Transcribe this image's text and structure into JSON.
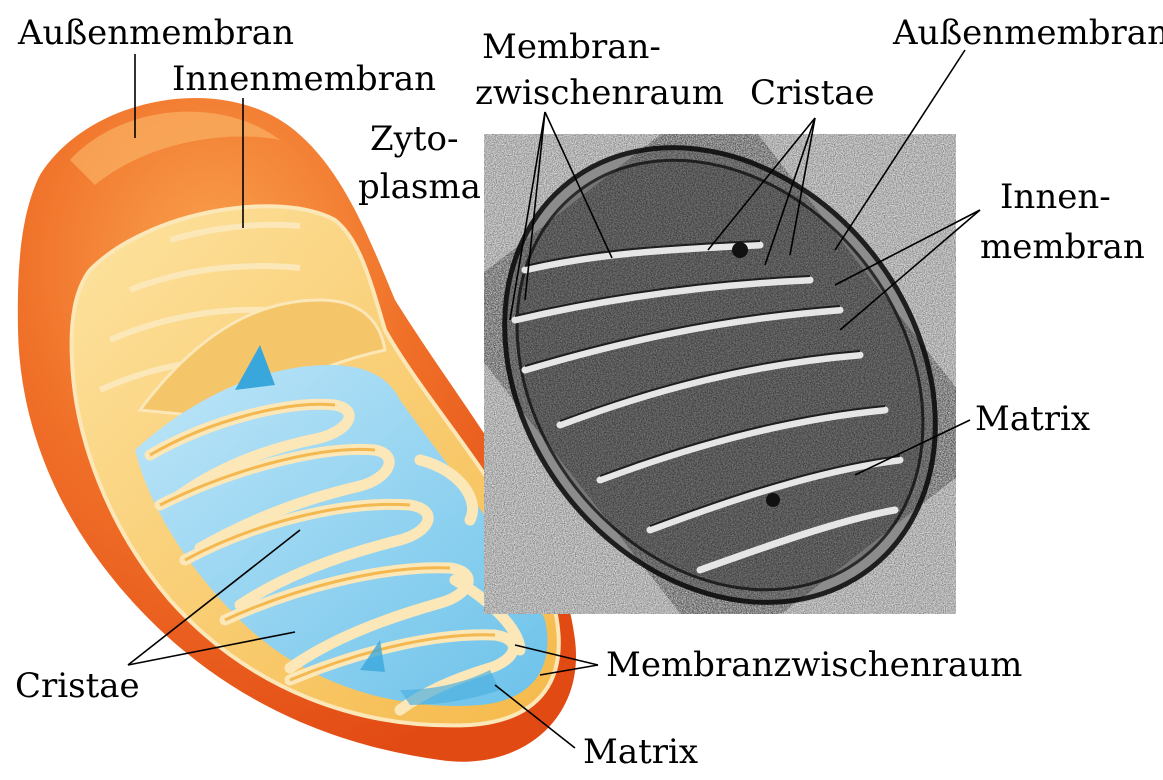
{
  "labels": {
    "left_outer_membrane": "Außenmembran",
    "left_inner_membrane": "Innenmembran",
    "cytoplasm_line1": "Zyto-",
    "cytoplasm_line2": "plasma",
    "em_intermembrane_line1": "Membran-",
    "em_intermembrane_line2": "zwischenraum",
    "em_cristae": "Cristae",
    "em_outer_membrane": "Außenmembran",
    "em_inner_line1": "Innen-",
    "em_inner_line2": "membran",
    "em_matrix": "Matrix",
    "left_cristae": "Cristae",
    "left_intermembrane": "Membranzwischenraum",
    "left_matrix": "Matrix"
  },
  "colors": {
    "outer_membrane": "#ef5a1c",
    "outer_highlight": "#f7a44a",
    "inner_membrane": "#f6c45e",
    "inner_light": "#fde5a6",
    "matrix": "#9fd8f2",
    "matrix_dark": "#3aa7dc",
    "micrograph_bg": "#d8d8d8",
    "micrograph_dark": "#2a2a2a"
  }
}
